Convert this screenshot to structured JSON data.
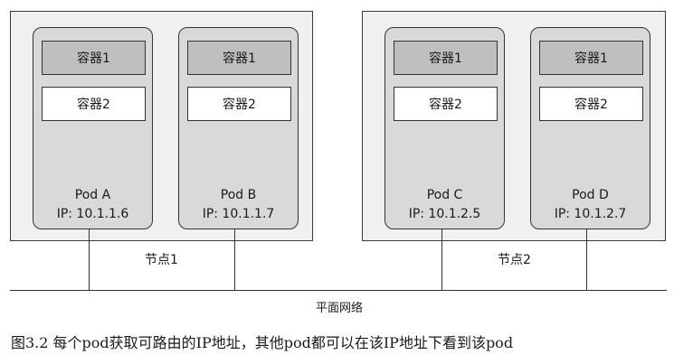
{
  "nodes": [
    {
      "label": "节点1"
    },
    {
      "label": "节点2"
    }
  ],
  "pods": [
    {
      "name": "Pod A",
      "ip": "IP: 10.1.1.6",
      "container1": "容器1",
      "container2": "容器2"
    },
    {
      "name": "Pod B",
      "ip": "IP: 10.1.1.7",
      "container1": "容器1",
      "container2": "容器2"
    },
    {
      "name": "Pod C",
      "ip": "IP: 10.1.2.5",
      "container1": "容器1",
      "container2": "容器2"
    },
    {
      "name": "Pod D",
      "ip": "IP: 10.1.2.7",
      "container1": "容器1",
      "container2": "容器2"
    }
  ],
  "network": {
    "label": "平面网络"
  },
  "caption": "图3.2 每个pod获取可路由的IP地址，其他pod都可以在该IP地址下看到该pod"
}
